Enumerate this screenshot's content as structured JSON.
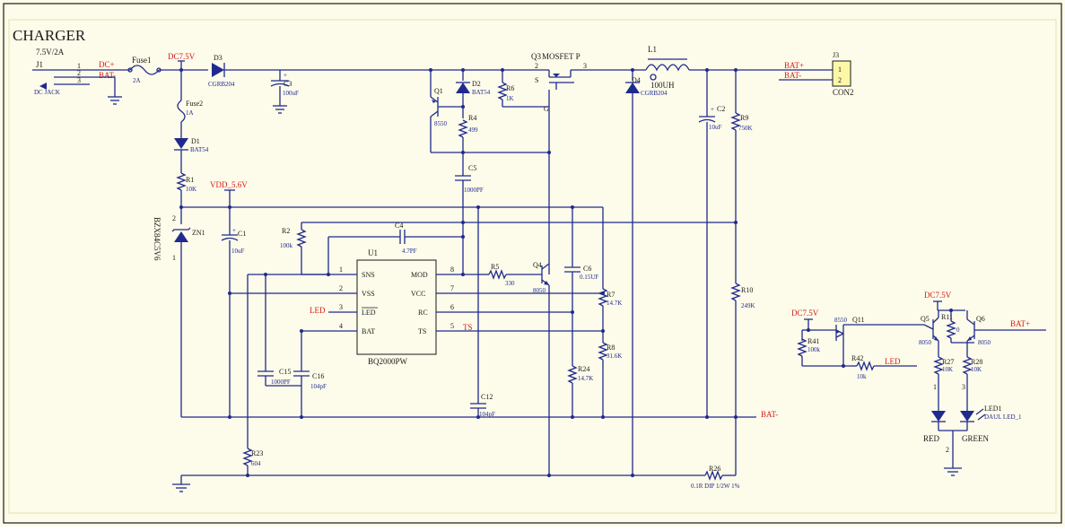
{
  "title": "CHARGER",
  "j1": {
    "ref": "J1",
    "rating": "7.5V/2A",
    "value": "DC JACK",
    "pins": [
      "1",
      "2",
      "3"
    ],
    "net1": "DC+",
    "net2": "BAT-"
  },
  "fuse1": {
    "ref": "Fuse1",
    "value": "2A"
  },
  "net_dc75": "DC7.5V",
  "d3": {
    "ref": "D3",
    "value": "CGRB204"
  },
  "c3": {
    "ref": "C3",
    "value": "100uF",
    "pol": "+"
  },
  "fuse2": {
    "ref": "Fuse2",
    "value": "1A"
  },
  "d1": {
    "ref": "D1",
    "value": "BAT54"
  },
  "r1": {
    "ref": "R1",
    "value": "10K"
  },
  "net_vdd": "VDD_5.6V",
  "zn1": {
    "ref": "ZN1",
    "value": "BZX84C5V6",
    "pin2": "2",
    "pin1": "1"
  },
  "c1": {
    "ref": "C1",
    "value": "10uF",
    "pol": "+"
  },
  "r2": {
    "ref": "R2",
    "value": "100k"
  },
  "c4": {
    "ref": "C4",
    "value": "4.7PF"
  },
  "u1": {
    "ref": "U1",
    "part": "BQ2000PW",
    "left_pins": [
      {
        "num": "1",
        "name": "SNS"
      },
      {
        "num": "2",
        "name": "VSS"
      },
      {
        "num": "3",
        "name": "LED"
      },
      {
        "num": "4",
        "name": "BAT"
      }
    ],
    "right_pins": [
      {
        "num": "8",
        "name": "MOD"
      },
      {
        "num": "7",
        "name": "VCC"
      },
      {
        "num": "6",
        "name": "RC"
      },
      {
        "num": "5",
        "name": "TS"
      }
    ]
  },
  "net_led": "LED",
  "net_ts": "TS",
  "q1": {
    "ref": "Q1",
    "value": "8550"
  },
  "d2": {
    "ref": "D2",
    "value": "BAT54"
  },
  "r6": {
    "ref": "R6",
    "value": "1K"
  },
  "r4": {
    "ref": "R4",
    "value": "499"
  },
  "c5": {
    "ref": "C5",
    "value": "1000PF"
  },
  "q3": {
    "ref": "Q3",
    "value": "MOSFET P",
    "pin_s": "S",
    "pin_g": "G",
    "pin2": "2",
    "pin3": "3"
  },
  "r5": {
    "ref": "R5",
    "value": "330"
  },
  "q4": {
    "ref": "Q4",
    "value": "8050"
  },
  "c6": {
    "ref": "C6",
    "value": "0.15UF"
  },
  "r7": {
    "ref": "R7",
    "value": "14.7K"
  },
  "r8": {
    "ref": "R8",
    "value": "31.6K"
  },
  "r24": {
    "ref": "R24",
    "value": "14.7K"
  },
  "c12": {
    "ref": "C12",
    "value": "104pF"
  },
  "c15": {
    "ref": "C15",
    "value": "1000PF"
  },
  "c16": {
    "ref": "C16",
    "value": "104pF"
  },
  "r23": {
    "ref": "R23",
    "value": "604"
  },
  "l1": {
    "ref": "L1",
    "value": "100UH"
  },
  "d4": {
    "ref": "D4",
    "value": "CGRB204"
  },
  "c2": {
    "ref": "C2",
    "value": "10uF",
    "pol": "+"
  },
  "r9": {
    "ref": "R9",
    "value": "750K"
  },
  "r10": {
    "ref": "R10",
    "value": "249K"
  },
  "r26": {
    "ref": "R26",
    "value": "0.1R DIP 1/2W 1%"
  },
  "j3": {
    "ref": "J3",
    "value": "CON2",
    "pins": [
      "1",
      "2"
    ],
    "net1": "BAT+",
    "net2": "BAT-"
  },
  "net_batm": "BAT-",
  "led_circuit": {
    "dc_a": "DC7.5V",
    "dc_b": "DC7.5V",
    "r41": {
      "ref": "R41",
      "value": "100k"
    },
    "q11": {
      "ref": "Q11",
      "value": "8550"
    },
    "r42": {
      "ref": "R42",
      "value": "10k"
    },
    "net_led": "LED",
    "q5": {
      "ref": "Q5",
      "value": "8050"
    },
    "r11": {
      "ref": "R11",
      "value": "0"
    },
    "q6": {
      "ref": "Q6",
      "value": "8050"
    },
    "net_batp": "BAT+",
    "r27": {
      "ref": "R27",
      "value": "10K"
    },
    "r28": {
      "ref": "R28",
      "value": "10K"
    },
    "led1": {
      "ref": "LED1",
      "value": "DAUL LED_1",
      "red": "RED",
      "green": "GREEN",
      "pin1": "1",
      "pin2": "2",
      "pin3": "3"
    }
  }
}
